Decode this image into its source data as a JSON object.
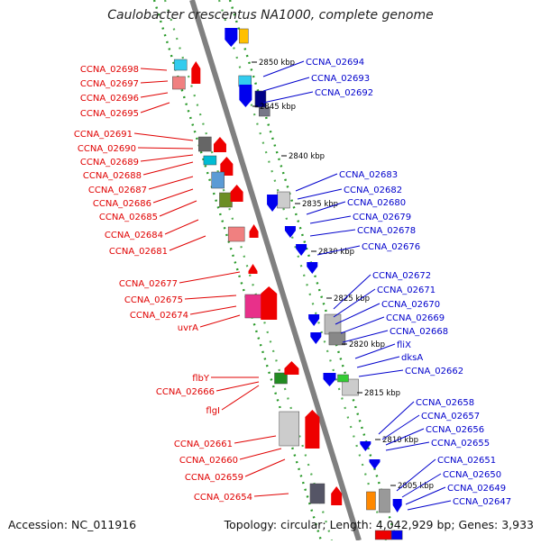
{
  "title": "Caulobacter crescentus NA1000, complete genome",
  "accession_text": "Accession: NC_011916",
  "summary_text": "Topology: circular; Length: 4,042,929 bp; Genes: 3,933",
  "colors": {
    "left_label": "#e00000",
    "right_label": "#0000cc",
    "axis": "#808080",
    "dotted_track": "#2a9a2a",
    "ruler_text": "#000000"
  },
  "ruler_labels": [
    "2850 kbp",
    "2845 kbp",
    "2840 kbp",
    "2835 kbp",
    "2830 kbp",
    "2825 kbp",
    "2820 kbp",
    "2815 kbp",
    "2810 kbp",
    "2805 kbp"
  ],
  "left_labels": [
    "CCNA_02698",
    "CCNA_02697",
    "CCNA_02696",
    "CCNA_02695",
    "CCNA_02691",
    "CCNA_02690",
    "CCNA_02689",
    "CCNA_02688",
    "CCNA_02687",
    "CCNA_02686",
    "CCNA_02685",
    "CCNA_02684",
    "CCNA_02681",
    "CCNA_02677",
    "CCNA_02675",
    "CCNA_02674",
    "uvrA",
    "flbY",
    "CCNA_02666",
    "flgI",
    "CCNA_02661",
    "CCNA_02660",
    "CCNA_02659",
    "CCNA_02654"
  ],
  "right_labels": [
    "CCNA_02694",
    "CCNA_02693",
    "CCNA_02692",
    "CCNA_02683",
    "CCNA_02682",
    "CCNA_02680",
    "CCNA_02679",
    "CCNA_02678",
    "CCNA_02676",
    "CCNA_02672",
    "CCNA_02671",
    "CCNA_02670",
    "CCNA_02669",
    "CCNA_02668",
    "fliX",
    "dksA",
    "CCNA_02662",
    "CCNA_02658",
    "CCNA_02657",
    "CCNA_02656",
    "CCNA_02655",
    "CCNA_02651",
    "CCNA_02650",
    "CCNA_02649",
    "CCNA_02647"
  ]
}
